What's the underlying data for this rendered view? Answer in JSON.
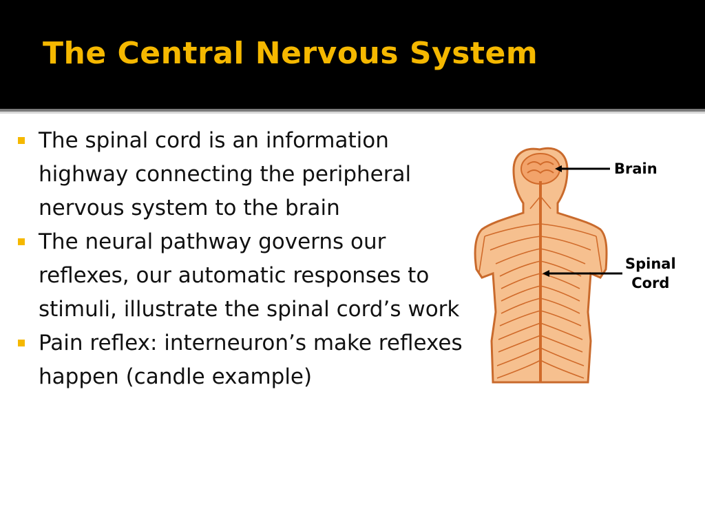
{
  "slide": {
    "title": "The Central Nervous System",
    "bullets": [
      "The spinal cord is an information highway connecting the peripheral nervous system to the brain",
      "The neural pathway governs our reflexes, our automatic responses to stimuli, illustrate the spinal cord’s work",
      "Pain reflex: interneuron’s make reflexes happen (candle example)"
    ]
  },
  "figure": {
    "labels": {
      "brain": "Brain",
      "spinal_line1": "Spinal",
      "spinal_line2": "Cord"
    },
    "colors": {
      "skin": "#f6c08f",
      "nerve": "#d06a2a",
      "outline": "#c96a2c"
    }
  },
  "theme": {
    "title_color": "#f5b800",
    "bullet_color": "#f5b800",
    "header_bg": "#000000"
  }
}
